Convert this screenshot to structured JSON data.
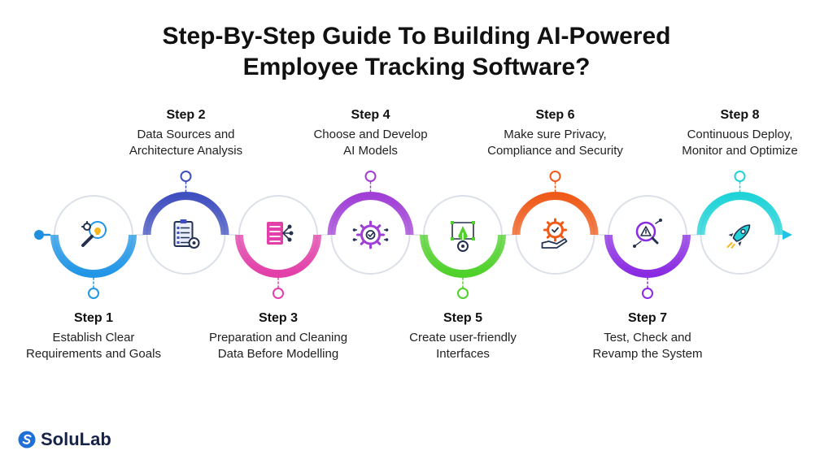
{
  "title": {
    "line1": "Step-By-Step Guide To Building AI-Powered",
    "line2": "Employee Tracking Software?"
  },
  "steps": [
    {
      "step": "Step 1",
      "line1": "Establish Clear",
      "line2": "Requirements and Goals",
      "position": "bottom",
      "color": "#2196e6",
      "icon": "search-lightbulb-icon"
    },
    {
      "step": "Step 2",
      "line1": "Data Sources and",
      "line2": "Architecture Analysis",
      "position": "top",
      "color": "#3f4fbf",
      "icon": "checklist-gear-icon"
    },
    {
      "step": "Step 3",
      "line1": "Preparation and Cleaning",
      "line2": "Data Before Modelling",
      "position": "bottom",
      "color": "#e23fa8",
      "icon": "document-network-icon"
    },
    {
      "step": "Step 4",
      "line1": "Choose and Develop",
      "line2": "AI Models",
      "position": "top",
      "color": "#a03fd6",
      "icon": "ai-chip-gear-icon"
    },
    {
      "step": "Step 5",
      "line1": "Create user-friendly",
      "line2": "Interfaces",
      "position": "bottom",
      "color": "#4fd12a",
      "icon": "interface-design-icon"
    },
    {
      "step": "Step 6",
      "line1": "Make sure Privacy,",
      "line2": "Compliance and Security",
      "position": "top",
      "color": "#ef5a18",
      "icon": "gear-check-hand-icon"
    },
    {
      "step": "Step 7",
      "line1": "Test, Check and",
      "line2": "Revamp the System",
      "position": "bottom",
      "color": "#8a2be2",
      "icon": "test-warning-icon"
    },
    {
      "step": "Step 8",
      "line1": "Continuous Deploy,",
      "line2": "Monitor and Optimize",
      "position": "top",
      "color": "#1fd3d8",
      "icon": "rocket-icon"
    }
  ],
  "colors": {
    "dot_start": "#1f8fe0",
    "arrow_end": "#22c3e6",
    "logo_text": "#17224a",
    "logo_mark": "#1f6fd6"
  },
  "logo": {
    "text": "SoluLab"
  }
}
